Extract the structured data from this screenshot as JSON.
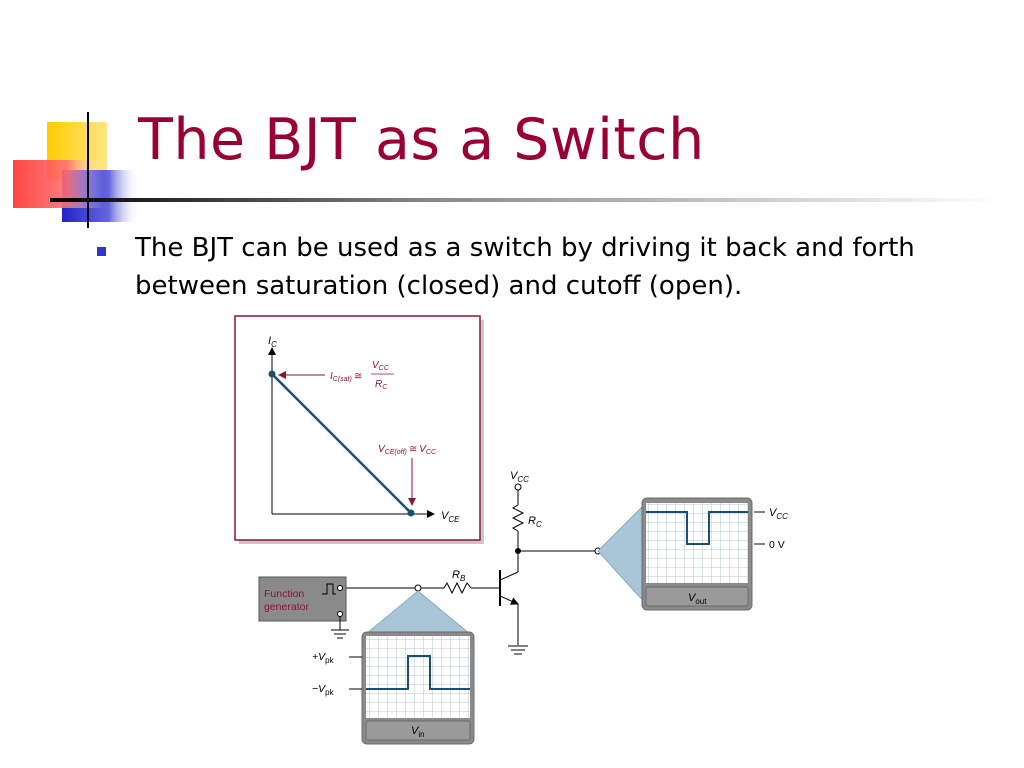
{
  "slide": {
    "title": "The BJT as a Switch",
    "bullet": "The BJT can be used as a switch by driving it back and forth between saturation (closed) and cutoff (open)."
  },
  "figure": {
    "ic_axis": {
      "main": "I",
      "sub": "C"
    },
    "vce_axis": {
      "main": "V",
      "sub": "CE"
    },
    "ic_sat_label": {
      "main": "I",
      "sub": "C(sat)",
      "approx": "≅",
      "num_main": "V",
      "num_sub": "CC",
      "den_main": "R",
      "den_sub": "C"
    },
    "vce_off_label": {
      "main": "V",
      "sub": "CE(off)",
      "approx": "≅",
      "rhs_main": "V",
      "rhs_sub": "CC"
    },
    "vcc_supply": {
      "main": "V",
      "sub": "CC"
    },
    "rc_label": {
      "main": "R",
      "sub": "C"
    },
    "rb_label": {
      "main": "R",
      "sub": "B"
    },
    "function_generator": [
      "Function",
      "generator"
    ],
    "scope_out": {
      "level_high": {
        "main": "V",
        "sub": "CC"
      },
      "level_low": "0 V",
      "caption": {
        "main": "V",
        "sub": "out"
      }
    },
    "scope_in": {
      "level_high": {
        "prefix": "+V",
        "sub": "pk"
      },
      "level_low": {
        "prefix": "−V",
        "sub": "pk"
      },
      "caption": {
        "main": "V",
        "sub": "in"
      }
    },
    "colors": {
      "title": "#990033",
      "bullet": "#3333cc",
      "loadline": "#1a4f72",
      "annotation": "#8b1538",
      "scope_frame": "#8a8a8a",
      "scope_wedge": "#a9c6d8"
    }
  }
}
